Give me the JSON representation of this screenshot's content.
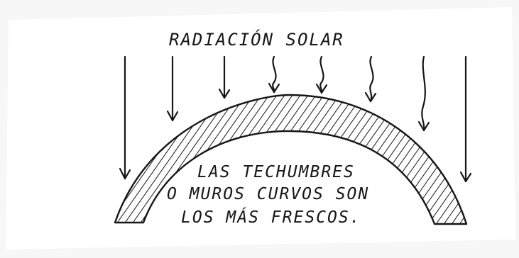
{
  "diagram": {
    "title": "RADIACIÓN  SOLAR",
    "caption": [
      "LAS TECHUMBRES",
      "O MUROS CURVOS SON",
      "LOS MÁS FRESCOS."
    ],
    "ray_count": 8,
    "colors": {
      "paper": "#ffffff",
      "background": "#f7f7f7",
      "ink": "#161616"
    }
  }
}
